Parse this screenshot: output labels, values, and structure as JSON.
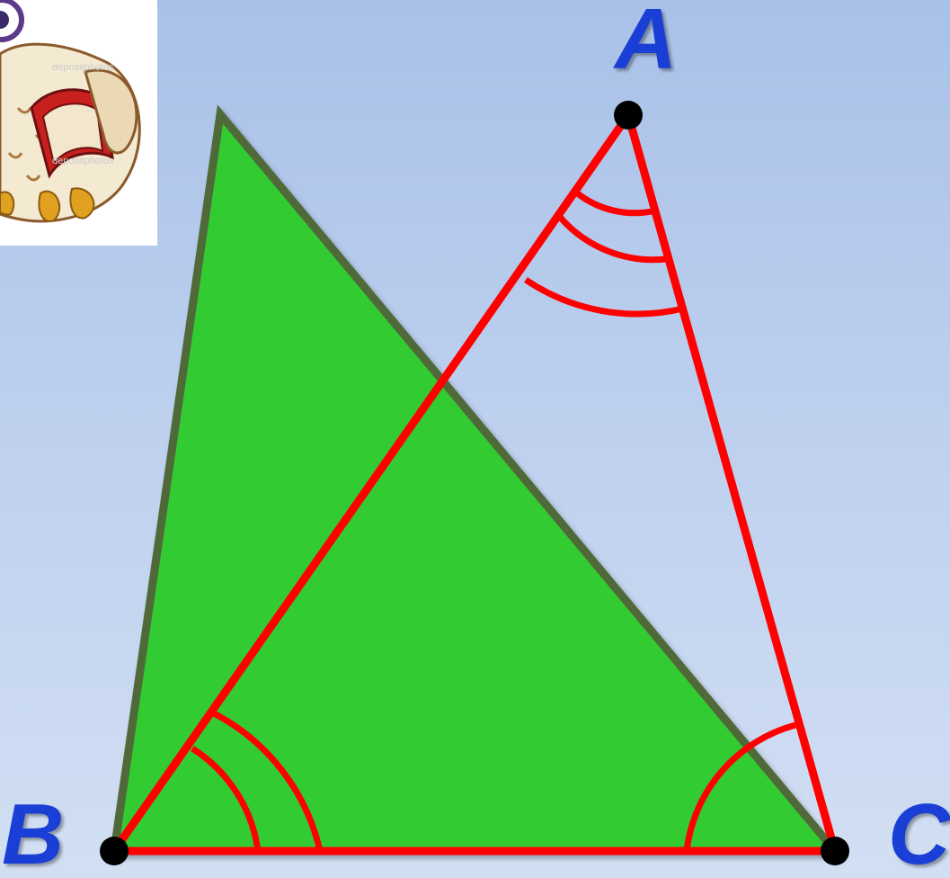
{
  "vertices": {
    "a": "A",
    "b": "B",
    "c": "C"
  },
  "colors": {
    "background_top": "#a9c1e8",
    "background_bottom": "#d2dff3",
    "green_fill": "#33cc33",
    "green_outline": "#4f6b38",
    "red_outline": "#ff0000",
    "label_blue": "#1a3fd6",
    "point_black": "#000000"
  },
  "illustration": {
    "icon": "owl-with-book-icon",
    "watermark": "depositphotos"
  }
}
